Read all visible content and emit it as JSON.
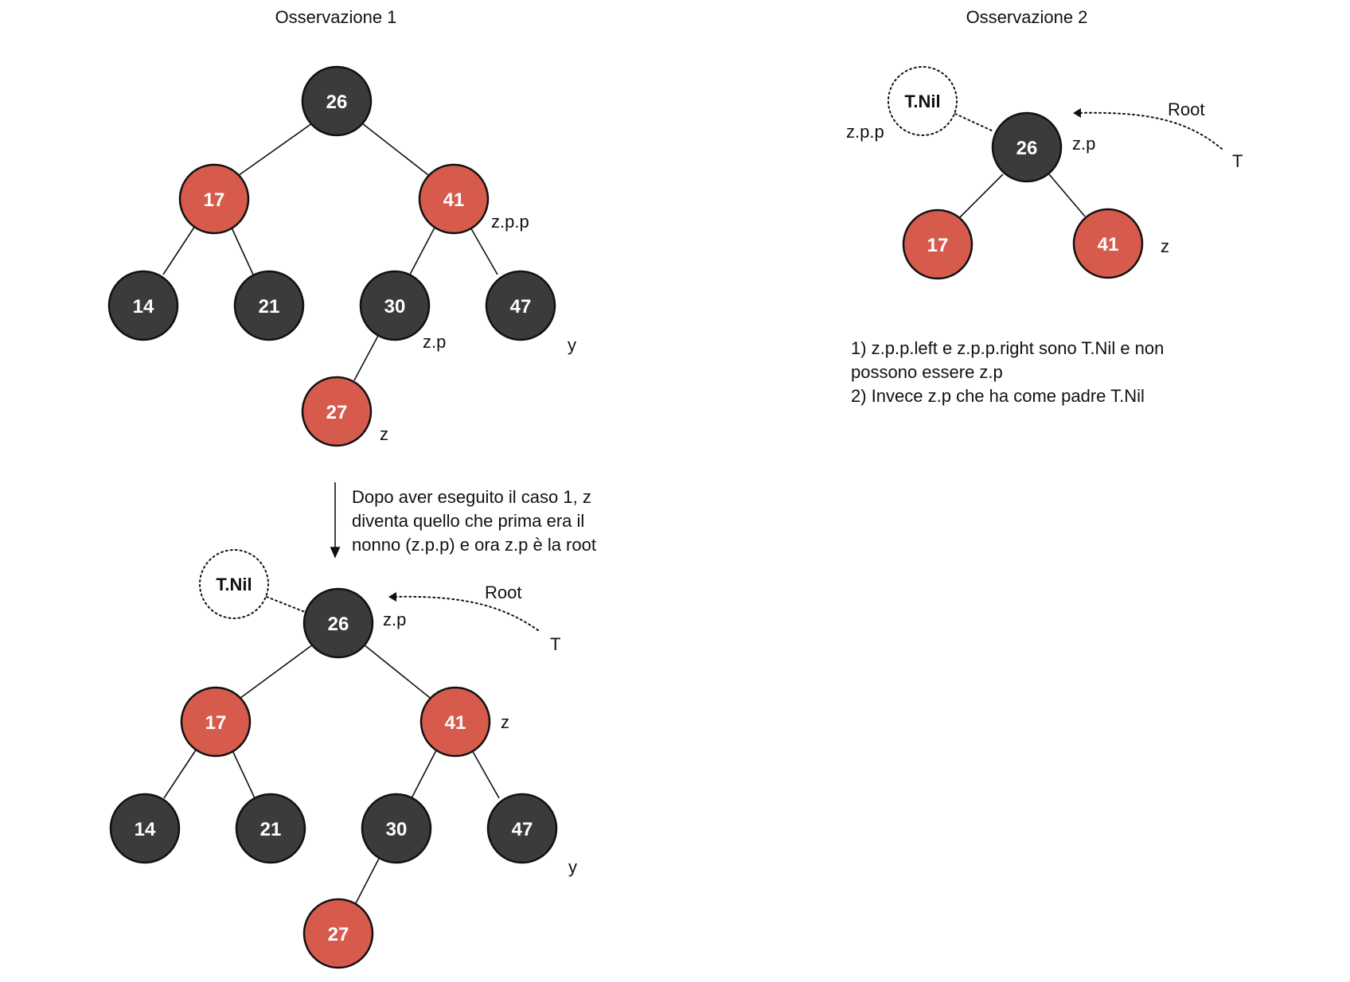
{
  "colors": {
    "black_node": "#3b3b3b",
    "red_node": "#d65b4c",
    "stroke": "#111111"
  },
  "obs1": {
    "title": "Osservazione 1",
    "top_tree": {
      "nodes": {
        "n26": "26",
        "n17": "17",
        "n41": "41",
        "n14": "14",
        "n21": "21",
        "n30": "30",
        "n47": "47",
        "n27": "27"
      },
      "labels": {
        "zpp": "z.p.p",
        "zp": "z.p",
        "y": "y",
        "z": "z"
      }
    },
    "transition_text": [
      "Dopo aver eseguito il caso 1, z",
      "diventa quello che prima era il",
      "nonno (z.p.p) e ora z.p è la root"
    ],
    "bottom_tree": {
      "nil": "T.Nil",
      "nodes": {
        "n26": "26",
        "n17": "17",
        "n41": "41",
        "n14": "14",
        "n21": "21",
        "n30": "30",
        "n47": "47",
        "n27": "27"
      },
      "labels": {
        "zp": "z.p",
        "root": "Root",
        "t": "T",
        "z": "z",
        "y": "y"
      }
    }
  },
  "obs2": {
    "title": "Osservazione 2",
    "nil": "T.Nil",
    "nodes": {
      "n26": "26",
      "n17": "17",
      "n41": "41"
    },
    "labels": {
      "zpp": "z.p.p",
      "zp": "z.p",
      "root": "Root",
      "t": "T",
      "z": "z"
    },
    "notes": [
      "1) z.p.p.left e z.p.p.right sono T.Nil e non",
      "possono essere z.p",
      "2) Invece z.p che ha come padre T.Nil"
    ]
  }
}
